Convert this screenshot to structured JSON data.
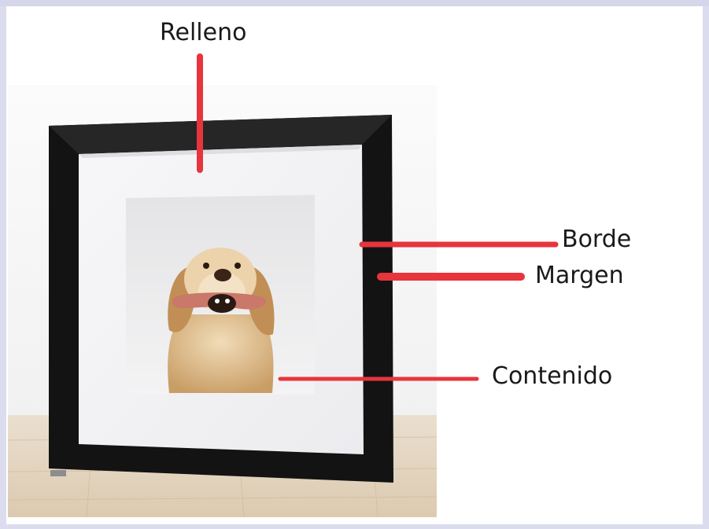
{
  "labels": {
    "relleno": "Relleno",
    "borde": "Borde",
    "margen": "Margen",
    "contenido": "Contenido"
  },
  "colors": {
    "pointer": "#e8343c",
    "frame": "#141414",
    "mat": "#f2f2f4",
    "background_frame": "#dcdcef"
  }
}
